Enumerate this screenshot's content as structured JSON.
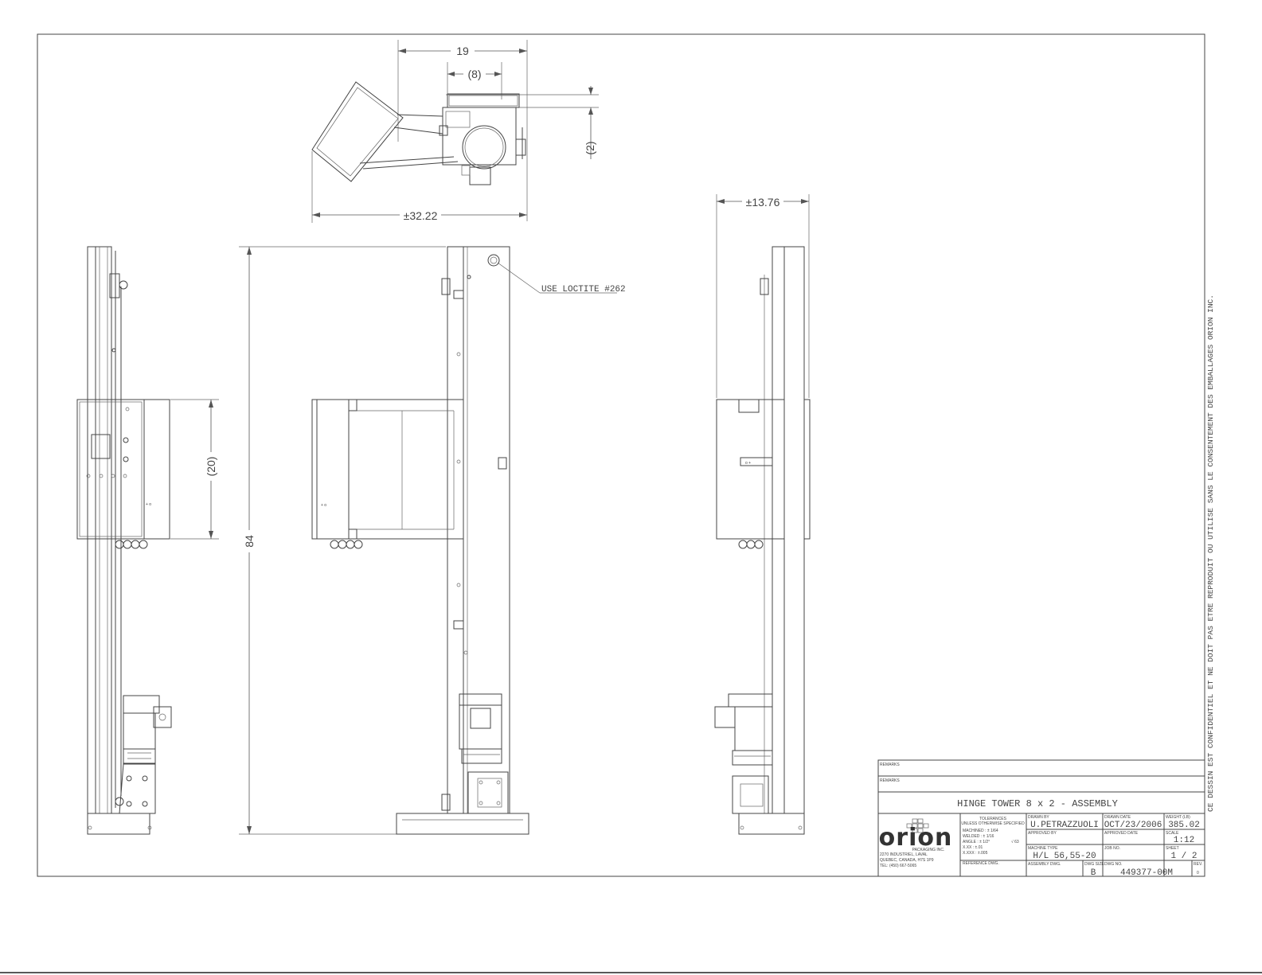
{
  "dimensions": {
    "top_width": "19",
    "top_inner": "(8)",
    "top_offset": "(2)",
    "top_overall": "±32.22",
    "side_depth": "±13.76",
    "carriage_height": "(20)",
    "overall_height": "84"
  },
  "annotation": {
    "loctite": "USE LOCTITE #262"
  },
  "confidentiality": "CE DESSIN EST CONFIDENTIEL ET NE DOIT PAS ETRE REPRODUIT OU UTILISE SANS LE CONSENTEMENT DES EMBALLAGES ORION INC.",
  "title_block": {
    "remarks_label_1": "REMARKS",
    "remarks_label_2": "REMARKS",
    "title": "HINGE TOWER 8 x 2 - ASSEMBLY",
    "company": {
      "logo": "orion",
      "name": "PACKAGING INC.",
      "address_1": "2270 INDUSTRIEL, LAVAL",
      "address_2": "QUEBEC, CANADA, H7S 1P9",
      "phone": "TEL: (450) 667-5065"
    },
    "tolerances": {
      "heading": "TOLERANCES",
      "subheading": "UNLESS OTHERWISE SPECIFIED",
      "lines": [
        "MACHINED : ± 1/64",
        "WELDED : ± 1/16",
        "ANGLE : ± 1/2°",
        "X.XX : ±.01",
        "X.XXX : ±.005"
      ],
      "finish": "√ 63"
    },
    "reference_label": "REFERENCE DWG.",
    "drawn_by_label": "DRAWN BY",
    "drawn_by": "U.PETRAZZUOLI",
    "drawn_date_label": "DRAWN DATE",
    "drawn_date": "OCT/23/2006",
    "weight_label": "WEIGHT (LB)",
    "weight": "385.02",
    "approved_by_label": "APPROVED BY",
    "approved_date_label": "APPROVED DATE",
    "scale_label": "SCALE",
    "scale": "1:12",
    "machine_type_label": "MACHINE TYPE",
    "machine_type": "H/L 56,55-20",
    "job_label": "JOB NO.",
    "sheet_label": "SHEET",
    "sheet": "1 / 2",
    "assembly_label": "ASSEMBLY DWG.",
    "dwg_size_label": "DWG SIZE",
    "dwg_size": "B",
    "dwg_no_label": "DWG NO.",
    "dwg_no": "449377-00M",
    "rev_label": "REV.",
    "rev": "0"
  }
}
